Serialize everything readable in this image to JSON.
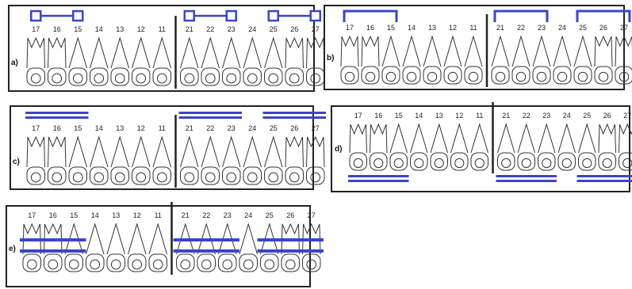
{
  "colors": {
    "appliance": "#3b45c9",
    "outline": "#333333",
    "midline": "#222222"
  },
  "tooth_numbers": [
    "17",
    "16",
    "15",
    "14",
    "13",
    "12",
    "11",
    "21",
    "22",
    "23",
    "24",
    "25",
    "26",
    "27"
  ],
  "panels": [
    {
      "id": "a",
      "label": "a)",
      "appliance": "clasp-boxes-top",
      "segments": [
        [
          "17",
          "15"
        ],
        [
          "21",
          "23"
        ],
        [
          "25",
          "27"
        ]
      ]
    },
    {
      "id": "b",
      "label": "b)",
      "appliance": "bracket-arches-top",
      "segments": [
        [
          "17",
          "15"
        ],
        [
          "21",
          "23"
        ],
        [
          "25",
          "27"
        ]
      ]
    },
    {
      "id": "c",
      "label": "c)",
      "appliance": "bars-top",
      "segments": [
        [
          "17",
          "15"
        ],
        [
          "21",
          "23"
        ],
        [
          "25",
          "27"
        ]
      ]
    },
    {
      "id": "d",
      "label": "d)",
      "appliance": "bars-bottom",
      "segments": [
        [
          "17",
          "15"
        ],
        [
          "21",
          "23"
        ],
        [
          "25",
          "27"
        ]
      ]
    },
    {
      "id": "e",
      "label": "e)",
      "appliance": "bars-across-crowns",
      "segments": [
        [
          "17",
          "15"
        ],
        [
          "21",
          "23"
        ],
        [
          "25",
          "27"
        ]
      ]
    }
  ]
}
